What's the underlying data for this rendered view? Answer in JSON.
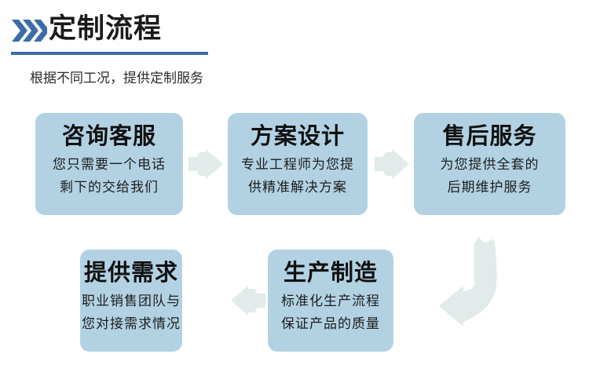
{
  "header": {
    "chevron_icon": "triple-chevron-right-icon",
    "title": "定制流程",
    "subtitle": "根据不同工况，提供定制服务",
    "accent_color": "#3d6ca8",
    "rule_color": "#3d6ca8"
  },
  "theme": {
    "card_bg": "#b2d2e4",
    "arrow_fill": "#e2eaea",
    "card_title_color": "#111111",
    "card_desc_color": "#1d1d1d"
  },
  "flow": {
    "cards": [
      {
        "id": "consult-service",
        "title": "咨询客服",
        "desc_line1": "您只需要一个电话",
        "desc_line2": "剩下的交给我们"
      },
      {
        "id": "plan-design",
        "title": "方案设计",
        "desc_line1": "专业工程师为您提",
        "desc_line2": "供精准解决方案"
      },
      {
        "id": "after-sales-service",
        "title": "售后服务",
        "desc_line1": "为您提供全套的",
        "desc_line2": "后期维护服务"
      },
      {
        "id": "provide-requirements",
        "title": "提供需求",
        "desc_line1": "职业销售团队与",
        "desc_line2": "您对接需求情况"
      },
      {
        "id": "production-manufacturing",
        "title": "生产制造",
        "desc_line1": "标准化生产流程",
        "desc_line2": "保证产品的质量"
      }
    ],
    "connectors": [
      {
        "id": "arrow-1-to-2",
        "direction": "right"
      },
      {
        "id": "arrow-2-to-3",
        "direction": "right"
      },
      {
        "id": "arrow-3-to-4",
        "direction": "down-left-bend"
      },
      {
        "id": "arrow-5-to-4",
        "direction": "left"
      }
    ]
  }
}
